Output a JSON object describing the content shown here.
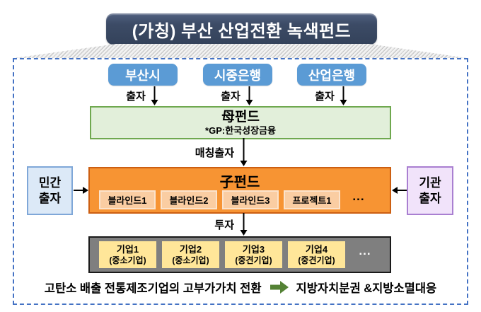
{
  "title": "(가칭) 부산 산업전환 녹색펀드",
  "investors": [
    {
      "label": "부산시"
    },
    {
      "label": "시중은행"
    },
    {
      "label": "산업은행"
    }
  ],
  "labels": {
    "contribution": "출자",
    "matching": "매칭출자",
    "investment": "투자",
    "ellipsis": "..."
  },
  "mother_fund": {
    "title": "母펀드",
    "gp_note": "*GP:한국성장금융"
  },
  "child_fund": {
    "title": "子펀드",
    "sub_funds": [
      "블라인드1",
      "블라인드2",
      "블라인드3",
      "프로젝트1"
    ]
  },
  "side_boxes": {
    "left": {
      "line1": "민간",
      "line2": "출자"
    },
    "right": {
      "line1": "기관",
      "line2": "출자"
    }
  },
  "portfolio": {
    "companies": [
      {
        "name": "기업1",
        "type": "(중소기업)"
      },
      {
        "name": "기업2",
        "type": "(중소기업)"
      },
      {
        "name": "기업3",
        "type": "(중견기업)"
      },
      {
        "name": "기업4",
        "type": "(중견기업)"
      }
    ]
  },
  "footer": {
    "left_text": "고탄소 배출 전통제조기업의 고부가가치 전환",
    "right_text": "지방자치분권 &지방소멸대응"
  },
  "colors": {
    "title_navy": "#3B4A63",
    "investor_blue": "#5B9BD5",
    "mother_fill": "#E2EFDA",
    "mother_border": "#6FA84F",
    "child_fill": "#F79433",
    "child_border": "#CC5F12",
    "subfund_fill": "#FACDA2",
    "private_fill": "#DCE9F7",
    "private_border": "#7FA7D8",
    "institution_fill": "#F1E3FA",
    "institution_border": "#A97FD1",
    "portfolio_gray": "#7F7F7F",
    "company_yellow": "#FFE699",
    "frame_dashed_blue": "#4472C4",
    "footer_arrow_green": "#548235"
  }
}
